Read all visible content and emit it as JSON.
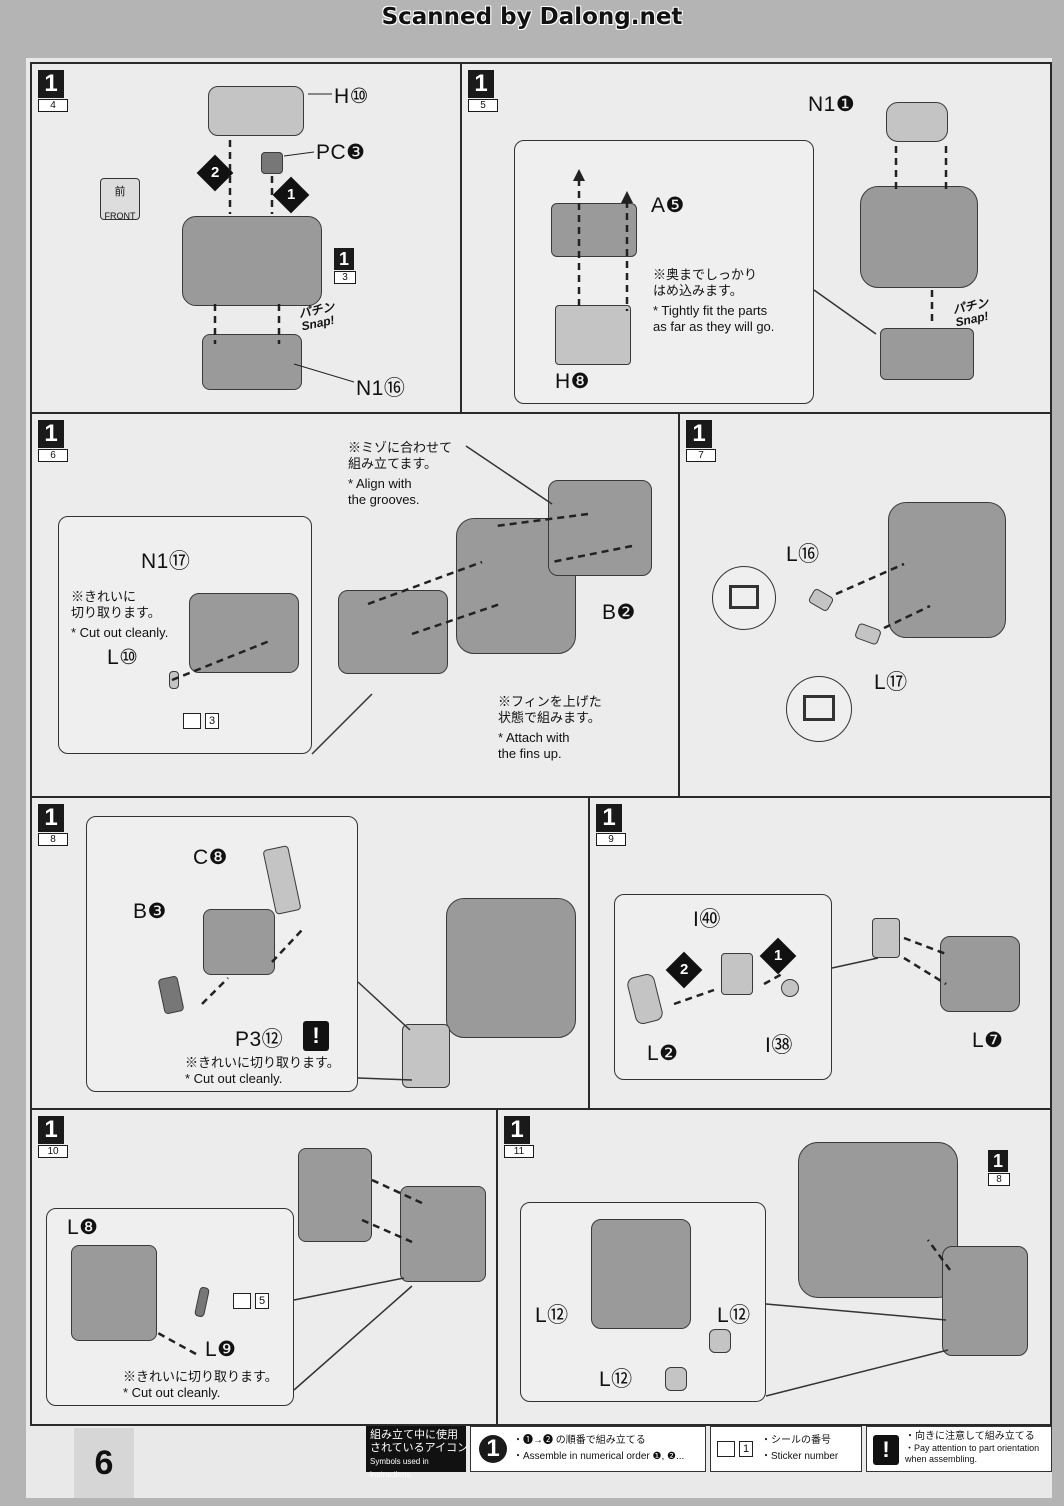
{
  "credit": "Scanned by Dalong.net",
  "front_icon": {
    "kanji": "前",
    "label": "FRONT"
  },
  "snap_text": {
    "jp": "パチン",
    "en": "Snap!"
  },
  "steps": {
    "s4": {
      "num": "1",
      "sub": "4",
      "labels": {
        "h": "H⑩",
        "pc": "PC❸",
        "n1": "N1⑯",
        "ref_num": "1",
        "ref_sub": "3"
      },
      "order": [
        "2",
        "1"
      ]
    },
    "s5": {
      "num": "1",
      "sub": "5",
      "labels": {
        "a": "A❺",
        "h": "H❽",
        "n1": "N1❶"
      },
      "note_jp": "※奥までしっかり\nはめ込みます。",
      "note_en": "* Tightly fit the parts\nas far as they will go."
    },
    "s6": {
      "num": "1",
      "sub": "6",
      "labels": {
        "n1": "N1⑰",
        "l": "L⑩",
        "b": "B❷",
        "sticker": "3"
      },
      "note1_jp": "※ミゾに合わせて\n組み立てます。",
      "note1_en": "* Align with\nthe grooves.",
      "note2_jp": "※きれいに\n切り取ります。",
      "note2_en": "* Cut out cleanly.",
      "note3_jp": "※フィンを上げた\n状態で組みます。",
      "note3_en": "* Attach with\nthe fins up."
    },
    "s7": {
      "num": "1",
      "sub": "7",
      "labels": {
        "l16": "L⑯",
        "l17": "L⑰"
      }
    },
    "s8": {
      "num": "1",
      "sub": "8",
      "labels": {
        "c": "C❽",
        "b": "B❸",
        "p3": "P3⑫",
        "warn": "!"
      },
      "note_jp": "※きれいに切り取ります。",
      "note_en": "* Cut out cleanly."
    },
    "s9": {
      "num": "1",
      "sub": "9",
      "labels": {
        "i40": "I㊵",
        "i38": "I㊳",
        "l2": "L❷",
        "l7": "L❼"
      },
      "order": [
        "2",
        "1"
      ]
    },
    "s10": {
      "num": "1",
      "sub": "10",
      "labels": {
        "l8": "L❽",
        "l9": "L❾",
        "sticker": "5"
      },
      "note_jp": "※きれいに切り取ります。",
      "note_en": "* Cut out cleanly."
    },
    "s11": {
      "num": "1",
      "sub": "11",
      "labels": {
        "l12a": "L⑫",
        "l12b": "L⑫",
        "l12c": "L⑫",
        "ref_num": "1",
        "ref_sub": "8"
      }
    }
  },
  "legend": {
    "title_jp": "組み立て中に使用\nされているアイコン",
    "title_en": "Symbols used in instructions",
    "order_num": "1",
    "order_jp": "・❶→❷ の順番で組み立てる",
    "order_en": "・Assemble in numerical order ❶, ❷...",
    "sticker_num": "1",
    "sticker_jp": "・シールの番号",
    "sticker_en": "・Sticker number",
    "warn_mark": "!",
    "warn_jp": "・向きに注意して組み立てる",
    "warn_en": "・Pay attention to part orientation\nwhen assembling."
  },
  "page_number": "6"
}
